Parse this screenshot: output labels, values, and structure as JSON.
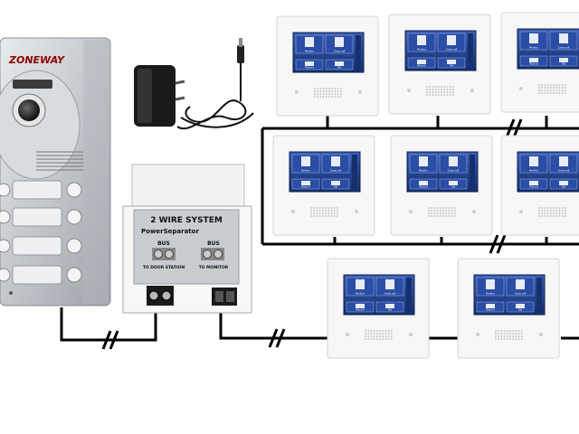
{
  "door_station": {
    "brand": "ZONEWAY"
  },
  "power_separator": {
    "title": "2 WIRE SYSTEM",
    "subtitle": "PowerSeparator",
    "terminal_left_label": "BUS",
    "terminal_left_caption": "TO DOOR STATION",
    "terminal_right_label": "BUS",
    "terminal_right_caption": "TO MONITOR"
  },
  "monitor_screen": {
    "tile_labels": [
      "Monitor",
      "Cross call",
      "Record",
      "Set"
    ]
  },
  "colors": {
    "wire": "#000000",
    "panel_silver": "#c9ccd1",
    "screen_blue": "#1f3f8f",
    "monitor_body": "#f7f7f7"
  }
}
